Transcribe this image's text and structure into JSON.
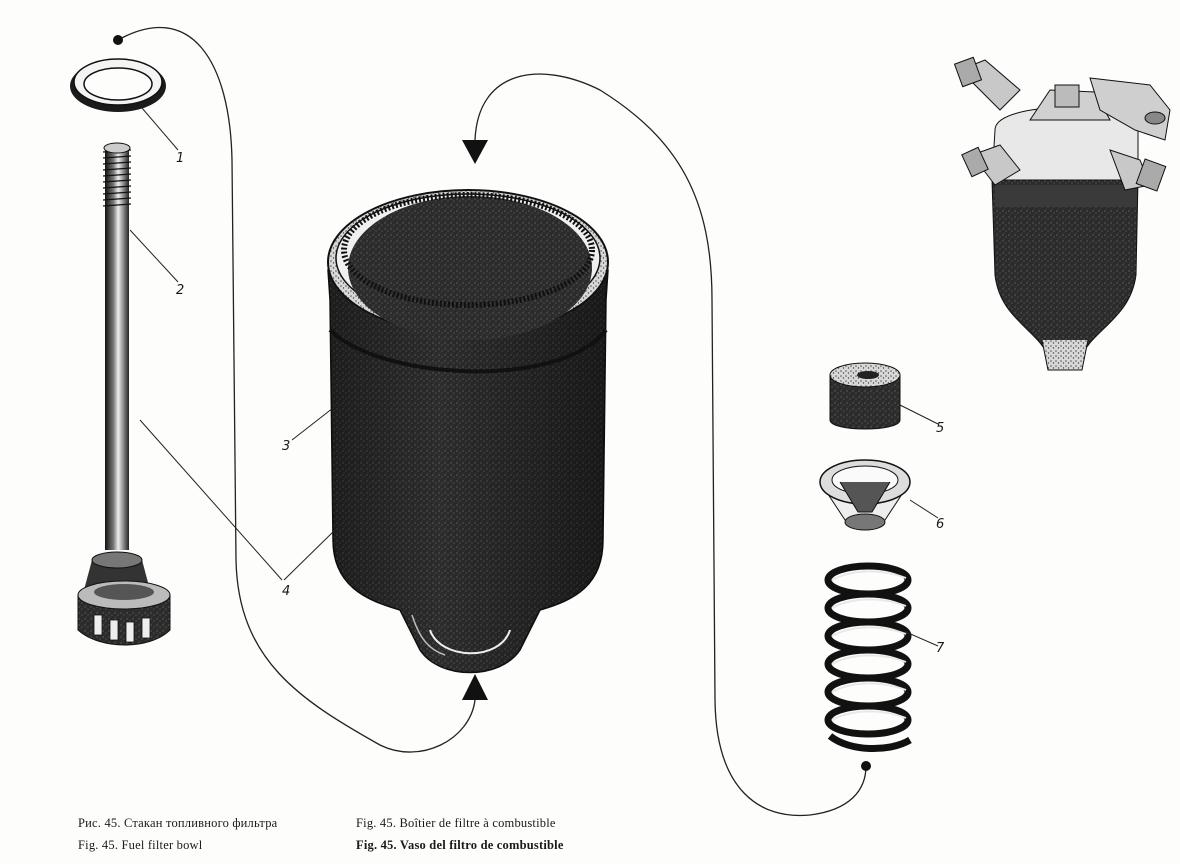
{
  "callouts": [
    "1",
    "2",
    "3",
    "4",
    "5",
    "6",
    "7"
  ],
  "captions": {
    "ru": "Рис. 45. Стакан топливного фильтра",
    "en": "Fig. 45. Fuel filter bowl",
    "fr": "Fig. 45. Boîtier de filtre à combustible",
    "es": "Fig. 45. Vaso del filtro de combustible"
  }
}
